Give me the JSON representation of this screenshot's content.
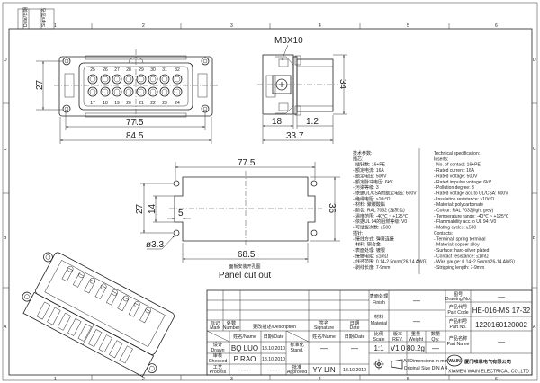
{
  "frame": {
    "columns": [
      "1",
      "2",
      "3",
      "4",
      "5",
      "6"
    ],
    "rows": [
      "D",
      "C",
      "B",
      "A"
    ],
    "corner_labels": [
      "Date/日期",
      "Sign/签名"
    ]
  },
  "front_view": {
    "pins_top": [
      "25",
      "26",
      "27",
      "28",
      "29",
      "30",
      "31",
      "32"
    ],
    "pins_bottom": [
      "17",
      "18",
      "19",
      "20",
      "21",
      "22",
      "23",
      "24"
    ],
    "dim_height": "27",
    "dim_inner_width": "77.5",
    "dim_outer_width": "84.5"
  },
  "side_view": {
    "screw_label": "M3X10",
    "dim_height": "34",
    "dim_a": "18",
    "dim_b": "1.2",
    "dim_total": "33.7"
  },
  "panel_cutout": {
    "dim_top": "77.5",
    "dim_bottom": "68.5",
    "dim_right": "36",
    "dim_left_outer": "27",
    "dim_left_inner": "14",
    "dim_notch": "5",
    "dim_hole": "ø3.3",
    "caption_cn": "面板安装开孔图",
    "caption_en": "Panel cut out"
  },
  "spec_cn": [
    "技术参数:",
    "插芯:",
    "- 插针数: 16+PE",
    "- 额定电流: 16A",
    "- 额定电压: 500V",
    "- 额定脉冲电压: 6kV",
    "- 污染等级: 3",
    "- 依据UL/CSA的额定电压: 600V",
    "- 绝缘电阻: ≥10¹⁰Ω",
    "- 材料: 聚碳酸酯",
    "- 颜色: RAL 7032 (浅灰色)",
    "- 温度范围: -40℃ ~ +125℃",
    "- 依据UL 94的阻燃等级: V0",
    "- 可插拔次数: ≥500",
    "插针:",
    "- 接线方式: 弹簧连接",
    "- 材料: 铜合金",
    "- 表面处理: 镀银",
    "- 接触电阻: ≤1mΩ",
    "- 线径范围: 0.14-2.5mm²(26-14 AWG)",
    "- 剥线长度: 7-9mm"
  ],
  "spec_en": [
    "Technical specification:",
    "Inserts:",
    "- No. of contact: 16+PE",
    "- Rated current: 16A",
    "- Rated voltage: 500V",
    "- Rated impulse voltage: 6kV",
    "- Pollution degree: 3",
    "- Rated voltage acc.to UL/CSA: 600V",
    "- Insulation resistance: ≥10¹⁰Ω",
    "- Material: polycarbonate",
    "- Colour: RAL 7032(light grey)",
    "- Temperature range: -40℃ ~ +125℃",
    "- Flammability acc.to UL 94: V0",
    "- Mating cycles: ≥500",
    "Contacts:",
    "- Terminal: spring terminal",
    "- Material: copper alloy",
    "- Surface: hard-silver plated",
    "- Contact resistance: ≤1mΩ",
    "- Wire gauge: 0.14~2.5mm²(26-14 AWG)",
    "- Stripping length: 7-9mm"
  ],
  "title_block": {
    "mark_cn": "标记",
    "mark": "Mark",
    "number_cn": "处数",
    "number": "Number",
    "description": "更改描述/Description",
    "signature_cn": "签名",
    "signature": "Signature",
    "date_cn": "日期",
    "date": "Date",
    "name_date_name": "姓名/Name",
    "name_date_date": "日期/Date",
    "drawn_cn": "设计",
    "drawn": "Drawn",
    "drawn_name": "BQ LUO",
    "drawn_date": "18.10.2010",
    "stand_cn": "标准化",
    "stand": "Stand.",
    "stand_sig": "—",
    "stand_date": "—",
    "checked_cn": "审核",
    "checked": "Checked",
    "checked_name": "P RAO",
    "checked_date": "18.10.2010",
    "process_cn": "工艺",
    "process": "Process",
    "process_name": "—",
    "process_date": "—",
    "approved_cn": "批准",
    "approved": "Approved",
    "approved_name": "YY LIN",
    "approved_date": "18.10.2010",
    "finish_cn": "表面处理",
    "finish": "Finish",
    "finish_value": "—",
    "material_cn": "材料",
    "material": "Material",
    "material_value": "—",
    "scale_cn": "比例",
    "scale": "Scale",
    "scale_value": "1:1",
    "rev_cn": "版本",
    "rev": "REV.",
    "rev_value": "V1.0",
    "weight_cn": "重量",
    "weight": "Weight",
    "weight_value": "80.2g",
    "qty_cn": "数量",
    "qty": "Qty.",
    "qty_value": "—",
    "dims_note_1": "All Dimensions in mm",
    "dims_note_2": "Original Size DIN A 4",
    "drawing_no_cn": "图号",
    "drawing_no": "Drawing No.",
    "drawing_no_value": "—",
    "part_code_cn": "产品代号",
    "part_code": "Part Code",
    "part_code_value": "HE-016-MS 17-32",
    "part_no_cn": "产品料号",
    "part_no": "Part No.",
    "part_no_value": "1220160120002",
    "part_name_cn": "产品名称",
    "part_name": "Part Name",
    "part_name_value": "—",
    "company_cn": "厦门唯恩电气有限公司",
    "company_en": "XIAMEN WAIN ELECTRICAL CO.,LTD",
    "logo_text": "WAIN"
  }
}
